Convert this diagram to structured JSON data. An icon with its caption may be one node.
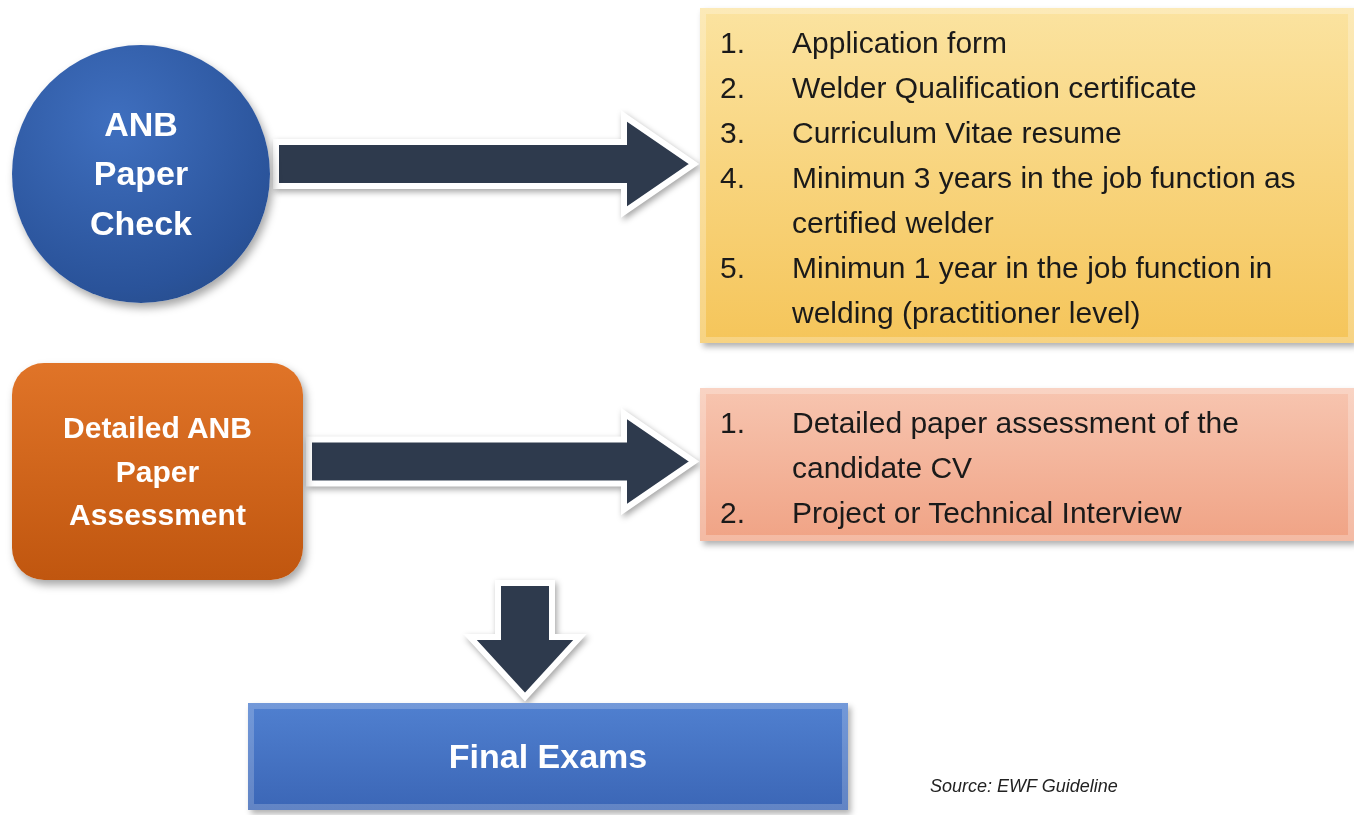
{
  "diagram": {
    "nodes": [
      {
        "text": [
          "ANB Paper Check"
        ]
      },
      {
        "text": [
          "1. Application form",
          "2. Welder Qualification certificate",
          "3. Curriculum Vitae resume",
          "4. Minimun 3 years in the job function as certified welder",
          "5. Minimun 1 year in the job function in welding (practitioner level)"
        ]
      },
      {
        "text": [
          "Detailed ANB Paper Assessment"
        ]
      },
      {
        "text": [
          "1. Detailed paper assessment of the candidate CV",
          "2. Project or Technical Interview"
        ]
      },
      {
        "text": [
          "Final Exams"
        ]
      }
    ],
    "edges": [
      {
        "from": 0,
        "to": 1,
        "arrow": "to"
      },
      {
        "from": 2,
        "to": 3,
        "arrow": "to"
      },
      {
        "from": null,
        "to": 4,
        "arrow": "to"
      }
    ],
    "labels": [
      "Source: EWF Guideline"
    ]
  }
}
